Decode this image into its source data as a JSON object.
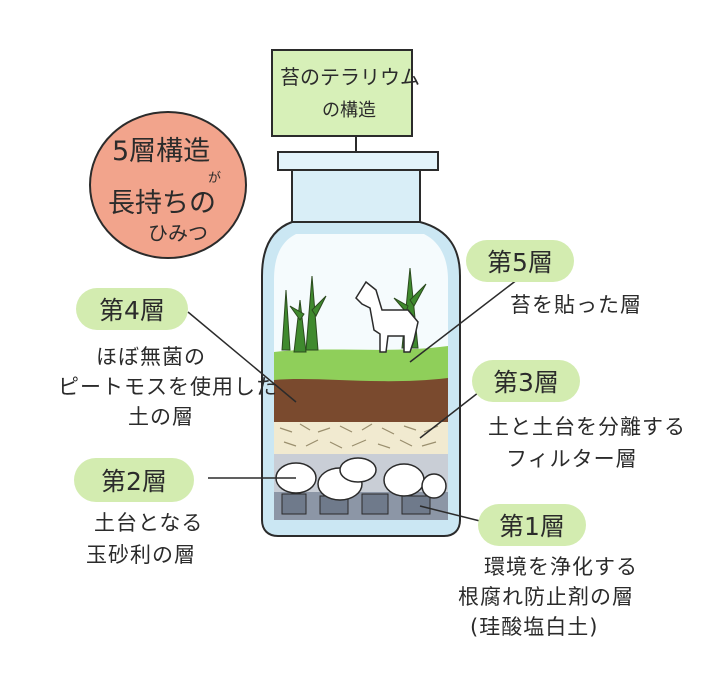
{
  "sign": {
    "line1": "苔のテラリウム",
    "line2": "の構造"
  },
  "badge": {
    "line1": "5層構造",
    "line2": "が",
    "line3": "長持ちの",
    "line4": "ひみつ"
  },
  "layers": {
    "l5": {
      "title": "第5層",
      "desc1": "苔を貼った層"
    },
    "l4": {
      "title": "第4層",
      "desc1": "ほぼ無菌の",
      "desc2": "ピートモスを使用した",
      "desc3": "土の層"
    },
    "l3": {
      "title": "第3層",
      "desc1": "土と土台を分離する",
      "desc2": "フィルター層"
    },
    "l2": {
      "title": "第2層",
      "desc1": "土台となる",
      "desc2": "玉砂利の層"
    },
    "l1": {
      "title": "第1層",
      "desc1": "環境を浄化する",
      "desc2": "根腐れ防止剤の層",
      "desc3": "(珪酸塩白土)"
    }
  },
  "colors": {
    "sign_fill": "#d7f0b8",
    "badge_fill": "#f2a48c",
    "pill_fill": "#d3ecb0",
    "glass": "#a9d6e8",
    "moss": "#8fcf5a",
    "soil": "#7a4a2e",
    "filter": "#f1ead0",
    "pebble": "#dde2e8",
    "base": "#8c96a6"
  }
}
